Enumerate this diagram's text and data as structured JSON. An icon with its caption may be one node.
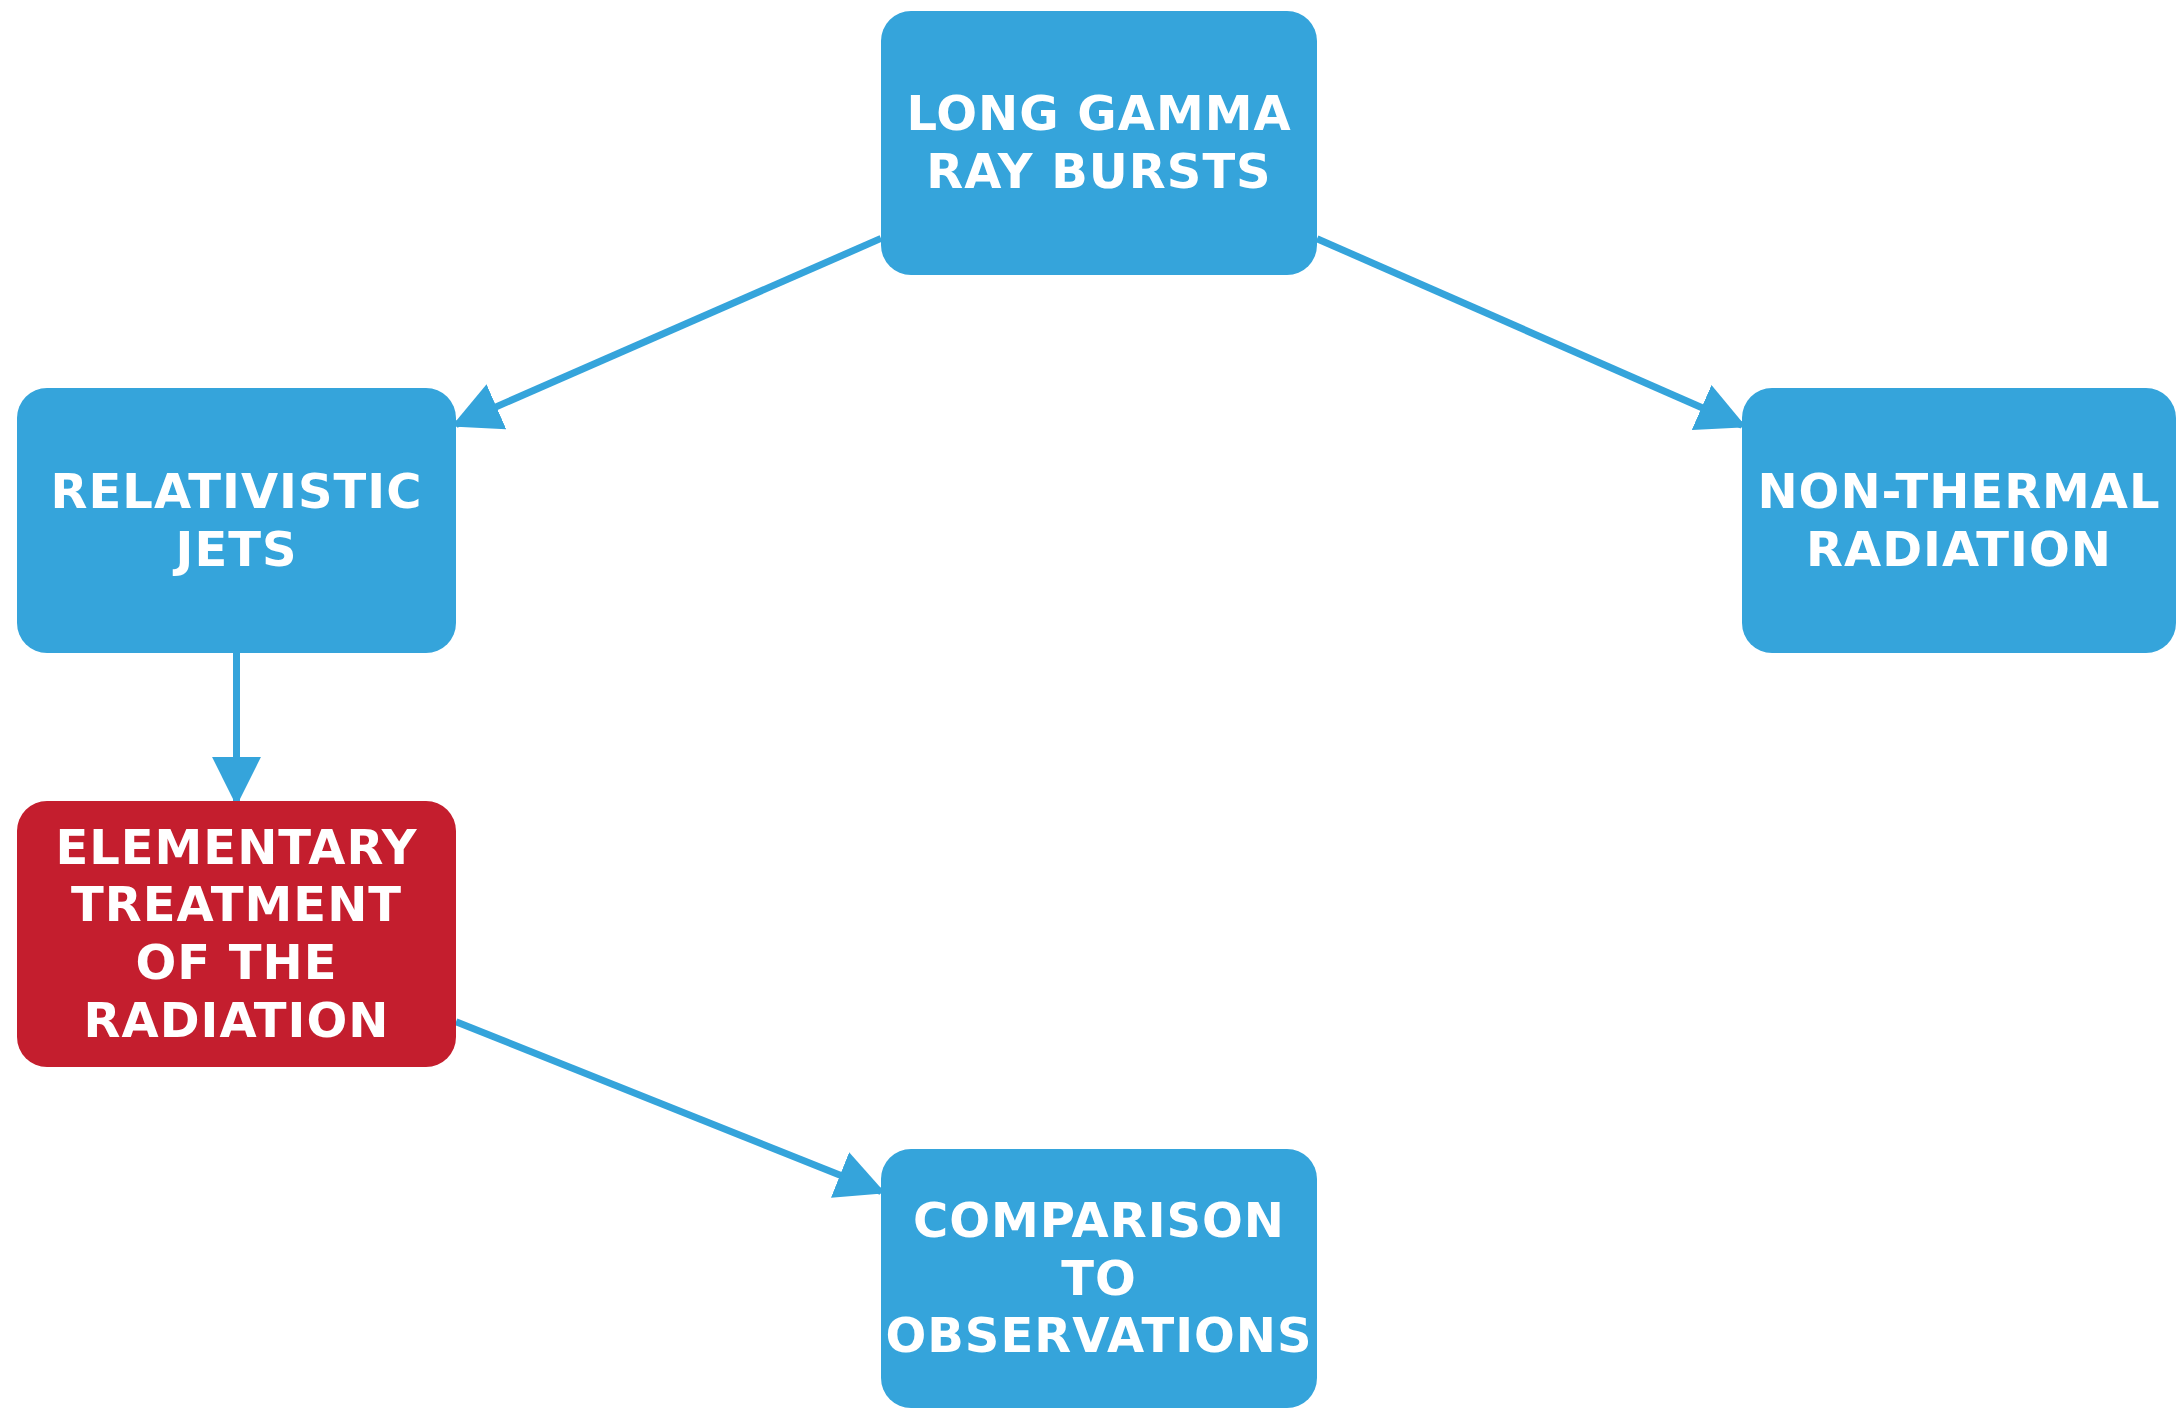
{
  "diagram": {
    "nodes": [
      {
        "text": [
          "LONG GAMMA RAY BURSTS"
        ]
      },
      {
        "text": [
          "RELATIVISTIC JETS"
        ]
      },
      {
        "text": [
          "NON-THERMAL RADIATION"
        ]
      },
      {
        "text": [
          "ELEMENTARY TREATMENT OF THE RADIATION"
        ]
      },
      {
        "text": [
          "COMPARISON TO OBSERVATIONS"
        ]
      }
    ],
    "edges": [
      {
        "from": 0,
        "to": 1,
        "arrow": "to"
      },
      {
        "from": 0,
        "to": 2,
        "arrow": "to"
      },
      {
        "from": 1,
        "to": 3,
        "arrow": "to"
      },
      {
        "from": 3,
        "to": 4,
        "arrow": "to"
      }
    ]
  }
}
